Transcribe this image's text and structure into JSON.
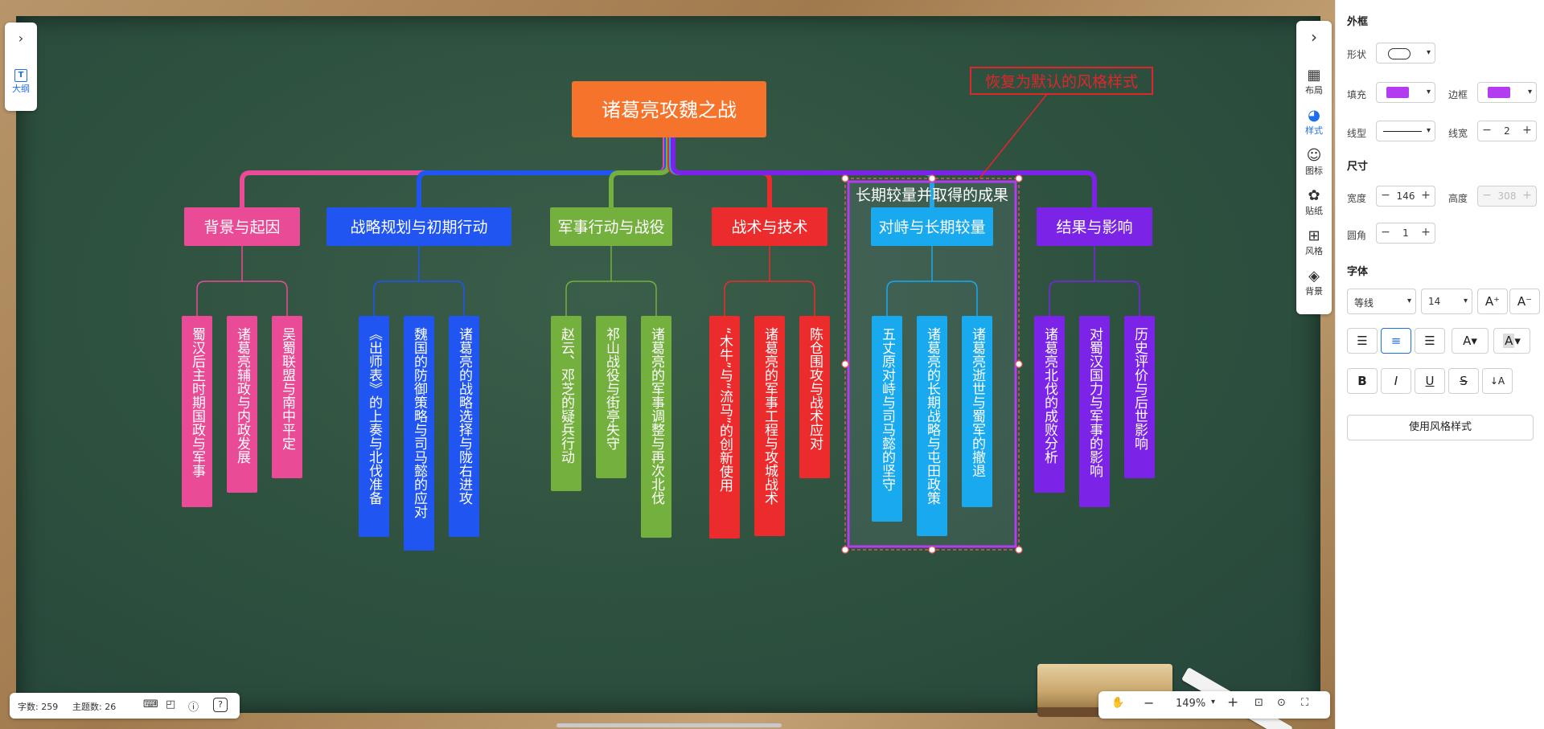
{
  "left_panel": {
    "outline_label": "大纲"
  },
  "toolbar": {
    "items": [
      {
        "label": "布局",
        "icon": "layout-icon"
      },
      {
        "label": "样式",
        "icon": "palette-icon"
      },
      {
        "label": "图标",
        "icon": "smile-icon"
      },
      {
        "label": "贴纸",
        "icon": "sticker-icon"
      },
      {
        "label": "风格",
        "icon": "grid-style-icon"
      },
      {
        "label": "背景",
        "icon": "layers-icon"
      }
    ]
  },
  "status": {
    "word_count": "字数: 259",
    "topic_count": "主题数: 26"
  },
  "zoom": {
    "level": "149%"
  },
  "annotation": {
    "text": "恢复为默认的风格样式",
    "color": "#e0262b"
  },
  "mindmap": {
    "root": {
      "text": "诸葛亮攻魏之战",
      "color": "#f5732a"
    },
    "summary_label": "长期较量并取得的成果",
    "branches": [
      {
        "text": "背景与起因",
        "color": "#ea4b96",
        "children": [
          "蜀汉后主时期国政与军事",
          "诸葛亮辅政与内政发展",
          "吴蜀联盟与南中平定"
        ]
      },
      {
        "text": "战略规划与初期行动",
        "color": "#2055f2",
        "children": [
          "《出师表》的上奏与北伐准备",
          "魏国的防御策略与司马懿的应对",
          "诸葛亮的战略选择与陇右进攻"
        ]
      },
      {
        "text": "军事行动与战役",
        "color": "#74b03d",
        "children": [
          "赵云、邓芝的疑兵行动",
          "祁山战役与街亭失守",
          "诸葛亮的军事调整与再次北伐"
        ]
      },
      {
        "text": "战术与技术",
        "color": "#ec2c2c",
        "children": [
          "“木牛”与“流马”的创新使用",
          "诸葛亮的军事工程与攻城战术",
          "陈仓围攻与战术应对"
        ]
      },
      {
        "text": "对峙与长期较量",
        "color": "#19a9ef",
        "children": [
          "五丈原对峙与司马懿的坚守",
          "诸葛亮的长期战略与屯田政策",
          "诸葛亮逝世与蜀军的撤退"
        ]
      },
      {
        "text": "结果与影响",
        "color": "#7b24e8",
        "children": [
          "诸葛亮北伐的成败分析",
          "对蜀汉国力与军事的影响",
          "历史评价与后世影响"
        ]
      }
    ]
  },
  "sidebar": {
    "frame": {
      "title": "外框",
      "shape_label": "形状",
      "fill_label": "填充",
      "border_label": "边框",
      "line_type_label": "线型",
      "line_width_label": "线宽",
      "line_width_value": "2",
      "fill_color": "#b43cf0",
      "border_color": "#b43cf0"
    },
    "size": {
      "title": "尺寸",
      "width_label": "宽度",
      "width_value": "146",
      "height_label": "高度",
      "height_value": "308",
      "radius_label": "圆角",
      "radius_value": "1"
    },
    "font": {
      "title": "字体",
      "family_value": "等线",
      "size_value": "14"
    },
    "apply_button": "使用风格样式"
  }
}
